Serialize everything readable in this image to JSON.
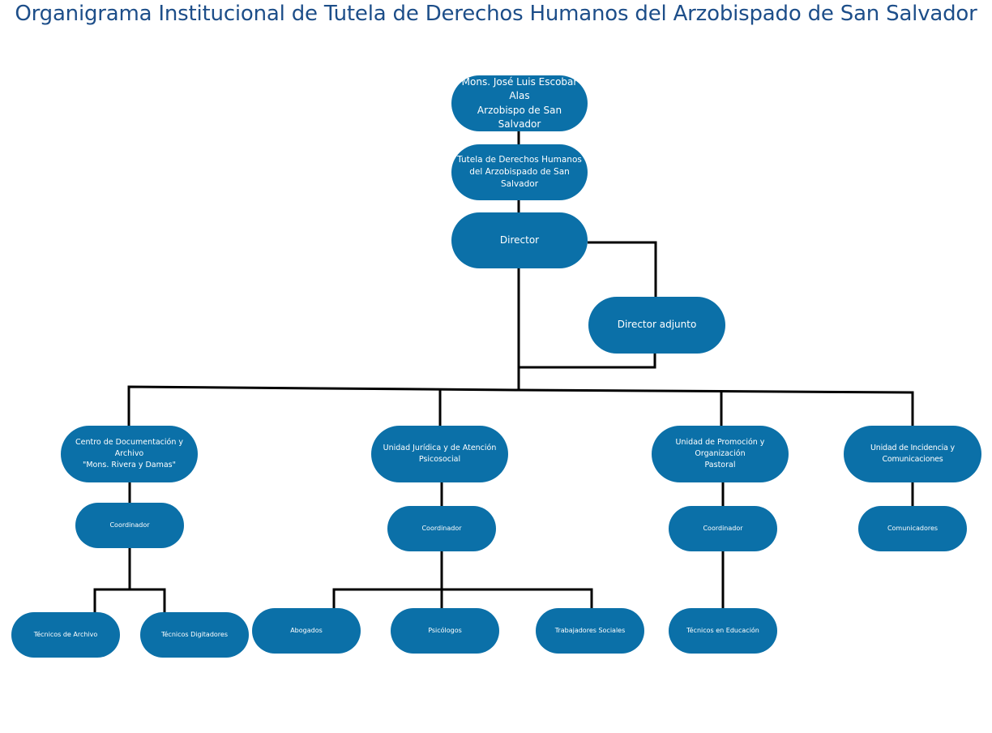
{
  "title": "Organigrama Institucional de Tutela de Derechos Humanos del Arzobispado de San Salvador",
  "colors": {
    "title": "#1d4e89",
    "node_fill": "#0b70a8",
    "node_text": "#ffffff",
    "connector": "#000000"
  },
  "nodes": {
    "arzobispo": {
      "line1": "Mons. José Luis Escobar Alas",
      "line2": "Arzobispo de San Salvador"
    },
    "tutela": {
      "line1": "Tutela de Derechos Humanos",
      "line2": "del Arzobispado de San Salvador"
    },
    "director": {
      "label": "Director"
    },
    "director_adjunto": {
      "label": "Director adjunto"
    },
    "centro_documentacion": {
      "line1": "Centro de Documentación y Archivo",
      "line2": "\"Mons. Rivera y Damas\""
    },
    "unidad_juridica": {
      "line1": "Unidad Jurídica y de Atención",
      "line2": "Psicosocial"
    },
    "unidad_promocion": {
      "line1": "Unidad de Promoción y Organización",
      "line2": "Pastoral"
    },
    "unidad_incidencia": {
      "label": "Unidad de Incidencia y Comunicaciones"
    },
    "coordinador_documentacion": {
      "label": "Coordinador"
    },
    "coordinador_juridica": {
      "label": "Coordinador"
    },
    "coordinador_promocion": {
      "label": "Coordinador"
    },
    "comunicadores": {
      "label": "Comunicadores"
    },
    "tecnicos_archivo": {
      "label": "Técnicos de Archivo"
    },
    "tecnicos_digitadores": {
      "label": "Técnicos Digitadores"
    },
    "abogados": {
      "label": "Abogados"
    },
    "psicologos": {
      "label": "Psicólogos"
    },
    "trabajadores_sociales": {
      "label": "Trabajadores Sociales"
    },
    "tecnicos_educacion": {
      "label": "Técnicos en Educación"
    }
  }
}
